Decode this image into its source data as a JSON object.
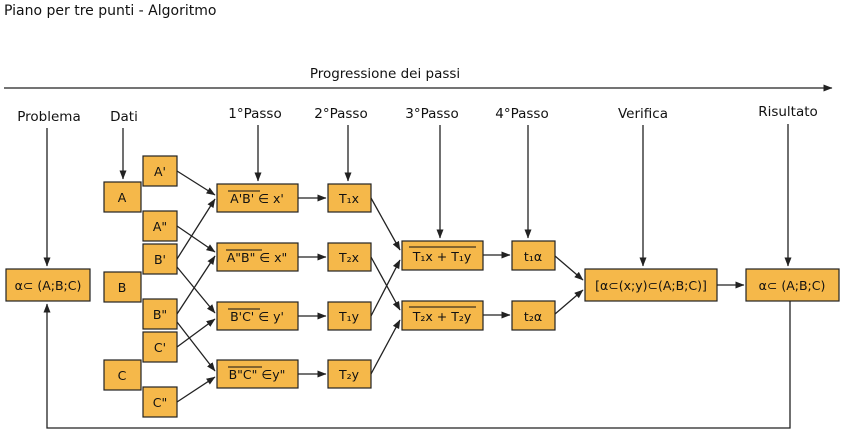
{
  "title": "Piano per tre punti  - Algoritmo",
  "progression_label": "Progressione dei passi",
  "headers": {
    "problema": "Problema",
    "dati": "Dati",
    "passo1": "1°Passo",
    "passo2": "2°Passo",
    "passo3": "3°Passo",
    "passo4": "4°Passo",
    "verifica": "Verifica",
    "risultato": "Risultato"
  },
  "boxes": {
    "problem": "α⊂ (A;B;C)",
    "point_a": "A",
    "point_b": "B",
    "point_c": "C",
    "a1": "A'",
    "a2": "A\"",
    "b1": "B'",
    "b2": "B\"",
    "c1": "C'",
    "c2": "C\"",
    "step1_1": "A'B' ∈ x'",
    "step1_2": "A\"B\" ∈ x\"",
    "step1_3": "B'C' ∈ y'",
    "step1_4": "B\"C\" ∈y\"",
    "step2_1": "T₁x",
    "step2_2": "T₂x",
    "step2_3": "T₁y",
    "step2_4": "T₂y",
    "step3_1": "T₁x + T₁y",
    "step3_2": "T₂x + T₂y",
    "step4_1": "t₁α",
    "step4_2": "t₂α",
    "verifica": "[α⊂(x;y)⊂(A;B;C)]",
    "risultato": "α⊂ (A;B;C)"
  }
}
